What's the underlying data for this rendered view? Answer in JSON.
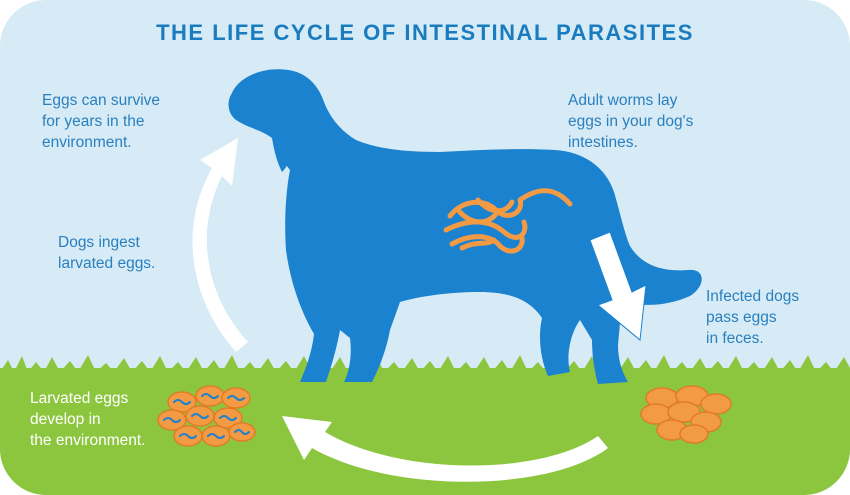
{
  "title": "THE LIFE CYCLE OF INTESTINAL PARASITES",
  "colors": {
    "background": "#d6ebf5",
    "title": "#1a7bbf",
    "text": "#2a7fbf",
    "dog": "#1b82cf",
    "worms": "#f39a45",
    "grass": "#8cc63f",
    "arrows": "#ffffff"
  },
  "steps": {
    "adult_worms": [
      "Adult worms lay",
      "eggs in your dog's",
      "intestines."
    ],
    "infected_dogs": [
      "Infected dogs",
      "pass eggs",
      "in feces."
    ],
    "larvated_develop": [
      "Larvated eggs",
      "develop in",
      "the environment."
    ],
    "dogs_ingest": [
      "Dogs ingest",
      "larvated eggs."
    ],
    "eggs_survive": [
      "Eggs can survive",
      "for years in the",
      "environment."
    ]
  },
  "icons": [
    "dog-silhouette",
    "intestinal-worms-icon",
    "eggs-in-feces-icon",
    "larvated-eggs-icon",
    "cycle-arrow-icon"
  ]
}
